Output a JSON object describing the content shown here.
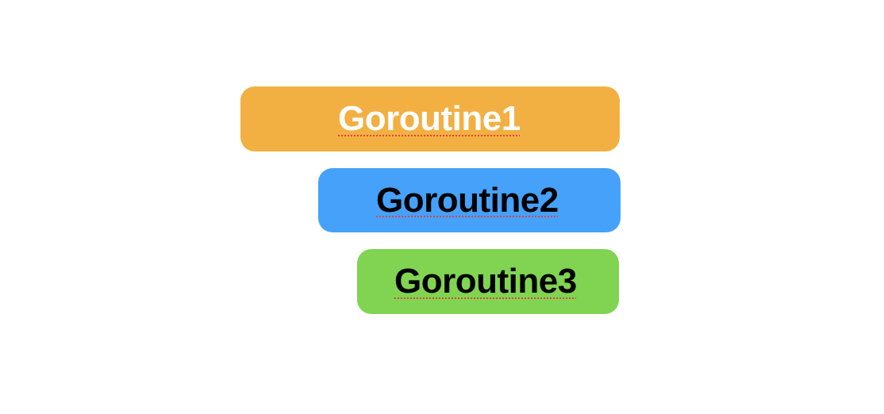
{
  "goroutines": [
    {
      "label": "Goroutine1",
      "fill_color": "#f2b042",
      "text_color": "#ffffff"
    },
    {
      "label": "Goroutine2",
      "fill_color": "#45a1fa",
      "text_color": "#000000"
    },
    {
      "label": "Goroutine3",
      "fill_color": "#80d452",
      "text_color": "#000000"
    }
  ]
}
